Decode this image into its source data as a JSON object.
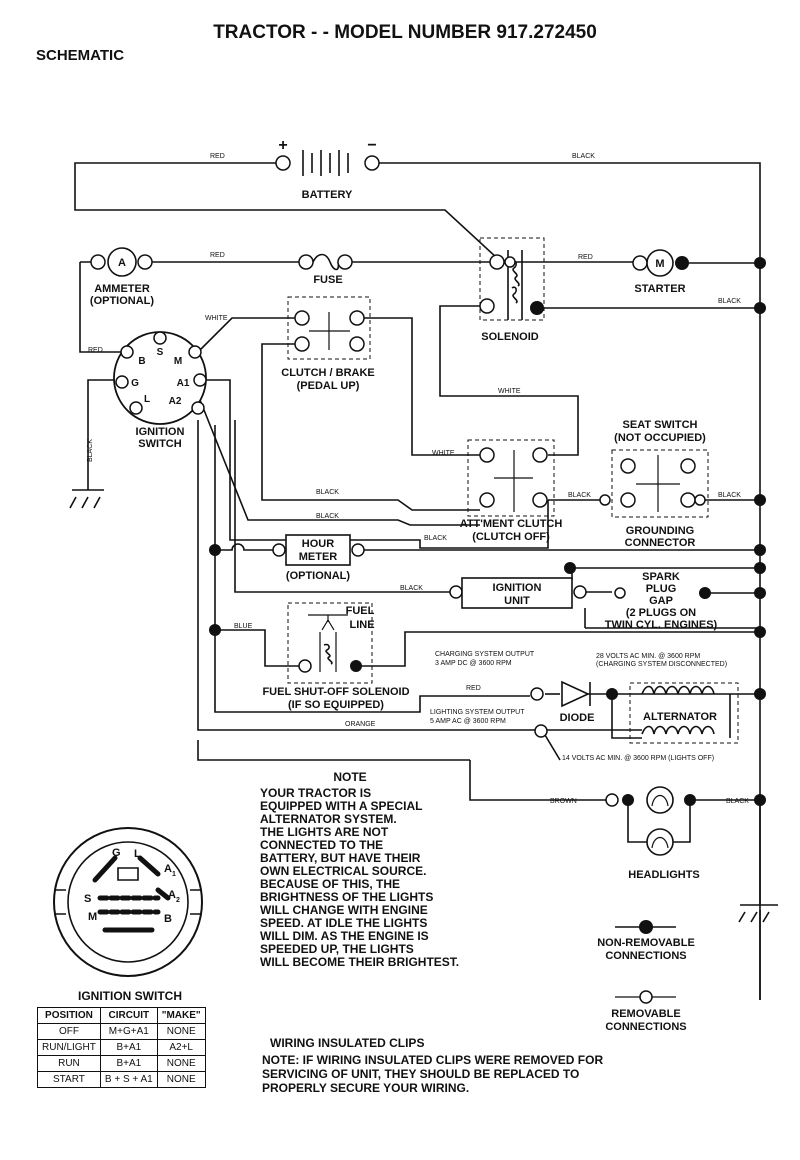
{
  "title": "TRACTOR - - MODEL NUMBER 917.272450",
  "subtitle": "SCHEMATIC",
  "components": {
    "battery": "BATTERY",
    "battery_plus": "+",
    "battery_minus": "−",
    "ammeter": "AMMETER",
    "ammeter_optional": "(OPTIONAL)",
    "ammeter_symbol": "A",
    "fuse": "FUSE",
    "starter": "STARTER",
    "starter_symbol": "M",
    "solenoid": "SOLENOID",
    "clutch_brake": "CLUTCH / BRAKE",
    "clutch_brake_sub": "(PEDAL UP)",
    "ignition_switch": "IGNITION",
    "ignition_switch_2": "SWITCH",
    "seat_switch": "SEAT SWITCH",
    "seat_switch_sub": "(NOT OCCUPIED)",
    "attment_clutch": "ATT'MENT CLUTCH",
    "attment_clutch_sub": "(CLUTCH OFF)",
    "grounding": "GROUNDING",
    "grounding_2": "CONNECTOR",
    "hour_meter": "HOUR",
    "hour_meter_2": "METER",
    "hour_meter_optional": "(OPTIONAL)",
    "ignition_unit": "IGNITION",
    "ignition_unit_2": "UNIT",
    "spark": "SPARK",
    "spark_2": "PLUG",
    "spark_3": "GAP",
    "spark_4": "(2 PLUGS ON",
    "spark_5": "TWIN CYL. ENGINES)",
    "fuel": "FUEL",
    "fuel_2": "LINE",
    "fuel_shutoff": "FUEL SHUT-OFF SOLENOID",
    "fuel_shutoff_sub": "(IF SO EQUIPPED)",
    "charging_1": "CHARGING SYSTEM OUTPUT",
    "charging_2": "3 AMP DC @ 3600 RPM",
    "volts28_1": "28 VOLTS AC MIN. @ 3600 RPM",
    "volts28_2": "(CHARGING SYSTEM DISCONNECTED)",
    "lighting_1": "LIGHTING SYSTEM OUTPUT",
    "lighting_2": "5 AMP AC @ 3600 RPM",
    "volts14": "14 VOLTS AC MIN. @ 3600 RPM (LIGHTS OFF)",
    "diode": "DIODE",
    "alternator": "ALTERNATOR",
    "headlights": "HEADLIGHTS"
  },
  "terminal_labels": {
    "b": "B",
    "s": "S",
    "m": "M",
    "g": "G",
    "a1": "A1",
    "l": "L",
    "a2": "A2"
  },
  "wire_labels": {
    "red_top": "RED",
    "black_top": "BLACK",
    "red_ammeter": "RED",
    "red_starter": "RED",
    "black_solenoid": "BLACK",
    "white_top": "WHITE",
    "red_switch": "RED",
    "white_mid": "WHITE",
    "white_seat": "WHITE",
    "black_side": "BLACK",
    "black_1": "BLACK",
    "black_2": "BLACK",
    "black_seat_l": "BLACK",
    "black_seat_r": "BLACK",
    "black_att": "BLACK",
    "black_ign": "BLACK",
    "blue": "BLUE",
    "red_diode": "RED",
    "orange": "ORANGE",
    "brown": "BROWN",
    "black_head": "BLACK"
  },
  "note": {
    "heading": "NOTE",
    "lines": [
      "YOUR TRACTOR IS",
      "EQUIPPED WITH A SPECIAL",
      "ALTERNATOR SYSTEM.",
      "THE LIGHTS ARE NOT",
      "CONNECTED TO THE",
      "BATTERY, BUT HAVE THEIR",
      "OWN ELECTRICAL SOURCE.",
      "BECAUSE OF THIS, THE",
      "BRIGHTNESS OF THE LIGHTS",
      "WILL CHANGE WITH ENGINE",
      "SPEED.  AT IDLE THE LIGHTS",
      "WILL DIM.  AS THE ENGINE IS",
      "SPEEDED UP, THE LIGHTS",
      "WILL BECOME THEIR BRIGHTEST."
    ]
  },
  "legend": {
    "non_removable_1": "NON-REMOVABLE",
    "non_removable_2": "CONNECTIONS",
    "removable_1": "REMOVABLE",
    "removable_2": "CONNECTIONS"
  },
  "switch_face": {
    "g": "G",
    "l": "L",
    "a1": "A",
    "a1_sub": "1",
    "s": "S",
    "a2": "A",
    "a2_sub": "2",
    "m": "M",
    "b": "B",
    "caption": "IGNITION SWITCH"
  },
  "ignition_table": {
    "headers": [
      "POSITION",
      "CIRCUIT",
      "\"MAKE\""
    ],
    "rows": [
      [
        "OFF",
        "M+G+A1",
        "NONE"
      ],
      [
        "RUN/LIGHT",
        "B+A1",
        "A2+L"
      ],
      [
        "RUN",
        "B+A1",
        "NONE"
      ],
      [
        "START",
        "B + S + A1",
        "NONE"
      ]
    ]
  },
  "clips": {
    "heading": "WIRING INSULATED CLIPS",
    "note_label": "NOTE:",
    "note_line1": " IF WIRING INSULATED CLIPS WERE REMOVED FOR",
    "note_line2": "SERVICING OF UNIT, THEY SHOULD BE REPLACED TO",
    "note_line3": "PROPERLY SECURE YOUR WIRING."
  }
}
